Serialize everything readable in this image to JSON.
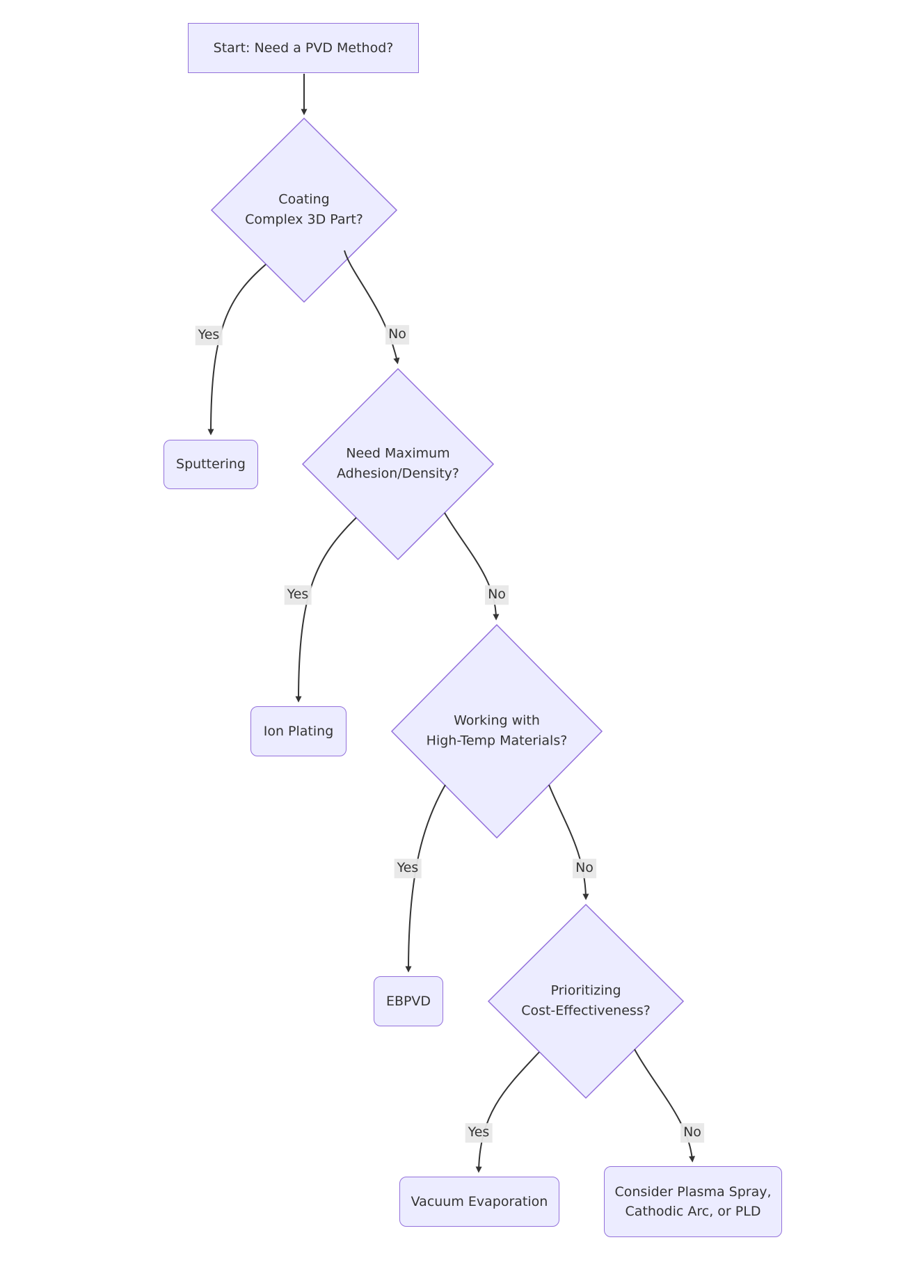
{
  "diagram": {
    "type": "flowchart",
    "direction": "top-down",
    "colors": {
      "background": "#ffffff",
      "node_fill": "#ECECFF",
      "node_border": "#9370DB",
      "text": "#333333",
      "edge": "#333333",
      "edge_label_bg": "#e8e8e8"
    },
    "nodes": {
      "start": {
        "label": "Start: Need a PVD Method?",
        "shape": "rect"
      },
      "coating": {
        "label": "Coating\nComplex 3D Part?",
        "shape": "diamond"
      },
      "sputtering": {
        "label": "Sputtering",
        "shape": "rounded"
      },
      "adhesion": {
        "label": "Need Maximum\nAdhesion/Density?",
        "shape": "diamond"
      },
      "ion_plating": {
        "label": "Ion Plating",
        "shape": "rounded"
      },
      "high_temp": {
        "label": "Working with\nHigh-Temp Materials?",
        "shape": "diamond"
      },
      "ebpvd": {
        "label": "EBPVD",
        "shape": "rounded"
      },
      "cost": {
        "label": "Prioritizing\nCost-Effectiveness?",
        "shape": "diamond"
      },
      "vacuum_evaporation": {
        "label": "Vacuum Evaporation",
        "shape": "rounded"
      },
      "consider_alternatives": {
        "label": "Consider Plasma Spray,\nCathodic Arc, or PLD",
        "shape": "rounded"
      }
    },
    "edges": [
      {
        "from": "start",
        "to": "coating",
        "label": ""
      },
      {
        "from": "coating",
        "to": "sputtering",
        "label": "Yes"
      },
      {
        "from": "coating",
        "to": "adhesion",
        "label": "No"
      },
      {
        "from": "adhesion",
        "to": "ion_plating",
        "label": "Yes"
      },
      {
        "from": "adhesion",
        "to": "high_temp",
        "label": "No"
      },
      {
        "from": "high_temp",
        "to": "ebpvd",
        "label": "Yes"
      },
      {
        "from": "high_temp",
        "to": "cost",
        "label": "No"
      },
      {
        "from": "cost",
        "to": "vacuum_evaporation",
        "label": "Yes"
      },
      {
        "from": "cost",
        "to": "consider_alternatives",
        "label": "No"
      }
    ]
  }
}
